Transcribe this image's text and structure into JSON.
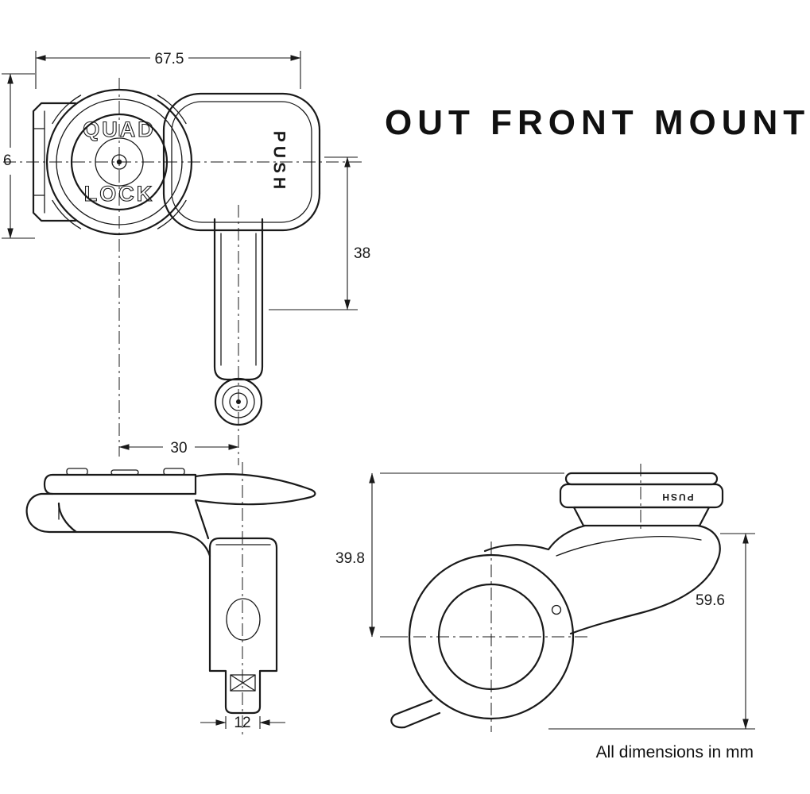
{
  "page": {
    "title": "OUT FRONT MOUNT",
    "footer_note": "All dimensions in mm"
  },
  "product": {
    "brand_line1": "QUAD",
    "brand_line2": "LOCK",
    "lever_label": "PUSH"
  },
  "dimensions_mm": {
    "top_view": {
      "overall_width": "67.5",
      "centerline_to_arm_end": "38",
      "head_center_to_pivot": "30",
      "left_edge_partial": "6"
    },
    "side_view": {
      "clamp_width": "12"
    },
    "front_view": {
      "top_to_bar_center": "39.8",
      "overall_height": "59.6"
    }
  },
  "colors": {
    "line": "#1a1a1a",
    "background": "#ffffff"
  }
}
